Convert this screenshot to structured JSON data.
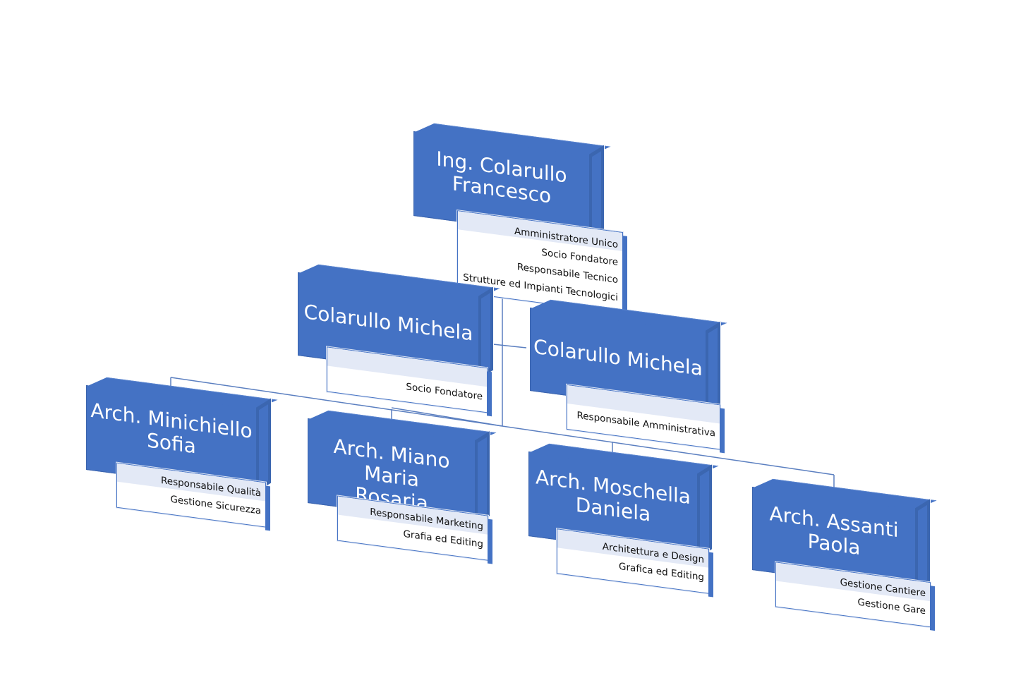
{
  "nodes": {
    "ceo": {
      "name": [
        "Ing. Colarullo",
        "Francesco"
      ],
      "roles": [
        "Amministratore  Unico",
        "Socio Fondatore",
        "Responsabile  Tecnico",
        "Strutture  ed Impianti Tecnologici"
      ]
    },
    "michela_left": {
      "name": [
        "Colarullo Michela"
      ],
      "roles": [
        "Socio Fondatore"
      ]
    },
    "michela_right": {
      "name": [
        "Colarullo Michela"
      ],
      "roles": [
        "Responsabile Amministrativa"
      ]
    },
    "minichiello": {
      "name": [
        "Arch. Minichiello",
        "Sofia"
      ],
      "roles": [
        "Responsabile Qualità",
        "Gestione Sicurezza"
      ]
    },
    "miano": {
      "name": [
        "Arch. Miano Maria",
        "Rosaria"
      ],
      "roles": [
        "Responsabile Marketing",
        "Grafia ed Editing"
      ]
    },
    "moschella": {
      "name": [
        "Arch. Moschella",
        "Daniela"
      ],
      "roles": [
        "Architettura e Design",
        "Grafica ed Editing"
      ]
    },
    "assanti": {
      "name": [
        "Arch. Assanti",
        "Paola"
      ],
      "roles": [
        "Gestione Cantiere",
        "Gestione Gare"
      ]
    }
  },
  "colors": {
    "box_fill": "#4472C4",
    "box_side": "#3b66b0",
    "card_fill": "#ffffff",
    "card_band": "#e3e9f6",
    "connector": "#5b7fc0"
  }
}
